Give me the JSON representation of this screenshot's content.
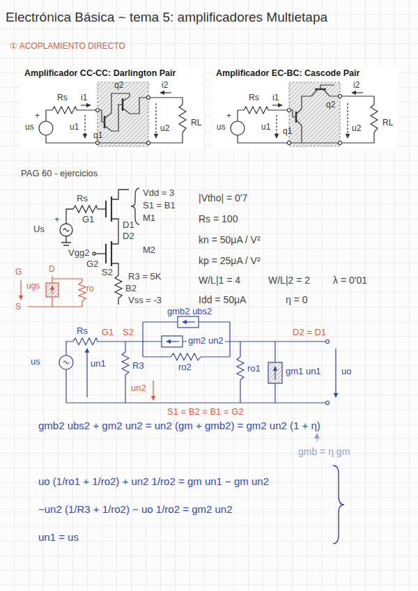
{
  "diagram": {
    "title": "Electrónica Básica ~ tema 5: amplificadores Multietapa",
    "nodes": [
      {
        "text": [
          "Amplificador CC-CC: Darlington Pair"
        ]
      },
      {
        "text": [
          "Amplificador EC-BC: Cascode Pair"
        ]
      }
    ],
    "labels": [
      "Rs",
      "i1",
      "us",
      "+",
      "u1",
      "q1",
      "q2",
      "i2",
      "u2",
      "RL",
      "Rs",
      "i1",
      "us",
      "+",
      "u1",
      "q1",
      "q2",
      "i2",
      "u2",
      "RL",
      "① ACOPLAMIENTO DIRECTO",
      "PAG 60 - ejercicios",
      "Vdd = 3",
      "S1 = B1",
      "M1",
      "Rs",
      "+",
      "Us",
      "G1",
      "D1",
      "D2",
      "M2",
      "Vgg2",
      "G2",
      "S2",
      "R3 = 5K",
      "B2",
      "Vss = -3",
      "|Vtho| = 0'7",
      "Rs = 100",
      "kn = 50μA / V²",
      "kp = 25μA / V²",
      "W/L|1 = 4",
      "W/L|2 = 2",
      "λ = 0'01",
      "Idd = 50μA",
      "η = 0",
      "G",
      "D",
      "S",
      "ugs",
      "ro",
      "gmb2 ubs2",
      "gm2 un2",
      "ro2",
      "Rs",
      "G1",
      "S2",
      "D2 = D1",
      "us",
      "un1",
      "R3",
      "un2",
      "ro1",
      "gm1 un1",
      "uo",
      "S1 = B2 = B1 = G2",
      "gmb2 ubs2 + gm2 un2 = un2 (gm + gmb2) = gm2 un2 (1 + η)",
      "gmb = η gm",
      "uo (1/ro1 + 1/ro2) + un2 1/ro2 = gm un1 − gm un2",
      "−un2 (1/R3 + 1/ro2) − uo 1/ro2 = gm2 un2",
      "un1 = us"
    ]
  }
}
